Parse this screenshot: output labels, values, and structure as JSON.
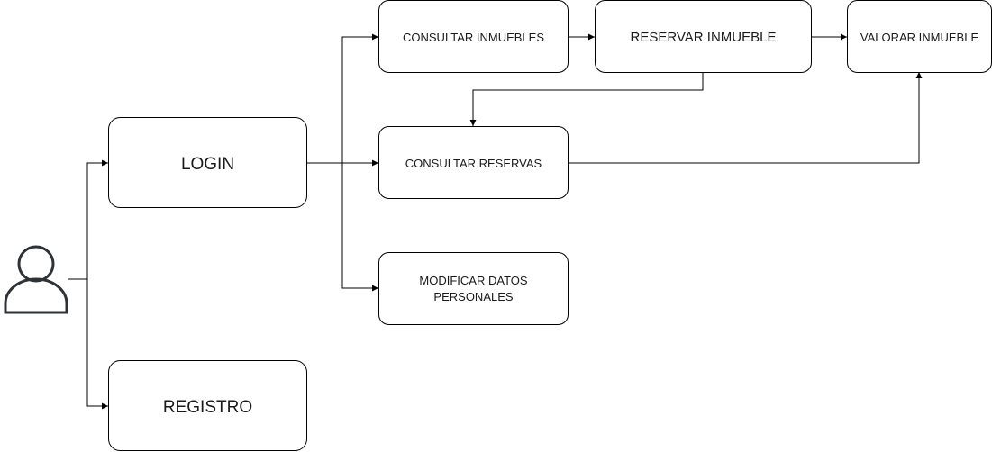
{
  "actor": {
    "icon": "user-icon",
    "color": "#2e3338"
  },
  "nodes": {
    "login": "LOGIN",
    "registro": "REGISTRO",
    "consultar_inmuebles": "CONSULTAR INMUEBLES",
    "reservar_inmueble": "RESERVAR INMUEBLE",
    "valorar_inmueble": "VALORAR INMUEBLE",
    "consultar_reservas": "CONSULTAR RESERVAS",
    "modificar_datos_line1": "MODIFICAR DATOS",
    "modificar_datos_line2": "PERSONALES"
  },
  "edges": [
    {
      "from": "user",
      "to": "login"
    },
    {
      "from": "user",
      "to": "registro"
    },
    {
      "from": "login",
      "to": "consultar_inmuebles"
    },
    {
      "from": "login",
      "to": "consultar_reservas"
    },
    {
      "from": "login",
      "to": "modificar_datos"
    },
    {
      "from": "consultar_inmuebles",
      "to": "reservar_inmueble"
    },
    {
      "from": "reservar_inmueble",
      "to": "valorar_inmueble"
    },
    {
      "from": "reservar_inmueble",
      "to": "consultar_reservas"
    },
    {
      "from": "consultar_reservas",
      "to": "valorar_inmueble"
    }
  ]
}
